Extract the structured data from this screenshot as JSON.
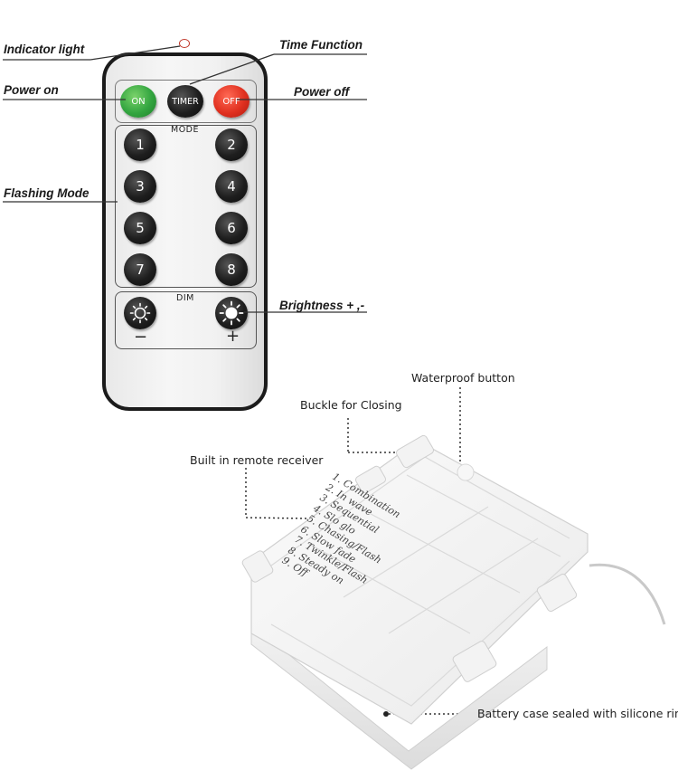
{
  "labels": {
    "indicator_light": "Indicator light",
    "time_function": "Time Function",
    "power_on": "Power on",
    "power_off": "Power off",
    "flashing_mode": "Flashing Mode",
    "brightness": "Brightness + ,-",
    "waterproof_button": "Waterproof button",
    "buckle_for_closing": "Buckle for Closing",
    "built_in_remote_receiver": "Built in remote receiver",
    "battery_case": "Battery case sealed with silicone ring"
  },
  "remote": {
    "on": "ON",
    "timer": "TIMER",
    "off": "OFF",
    "mode": "MODE",
    "dim": "DIM",
    "minus": "−",
    "plus": "+",
    "numbers": [
      "1",
      "2",
      "3",
      "4",
      "5",
      "6",
      "7",
      "8"
    ]
  },
  "battery_case": {
    "modes": [
      "1. Combination",
      "2. In wave",
      "3. Sequential",
      "4. Slo glo",
      "5. Chasing/Flash",
      "6. Slow fade",
      "7. Twinkle/Flash",
      "8. Steady on",
      "9. Off"
    ]
  },
  "colors": {
    "on_button": "#33a540",
    "off_button": "#e0301f",
    "number_button": "#1e1e1e",
    "indicator_ring": "#c0392b"
  },
  "icons": {
    "dim_minus": "sun-dim-icon",
    "dim_plus": "sun-bright-icon"
  }
}
